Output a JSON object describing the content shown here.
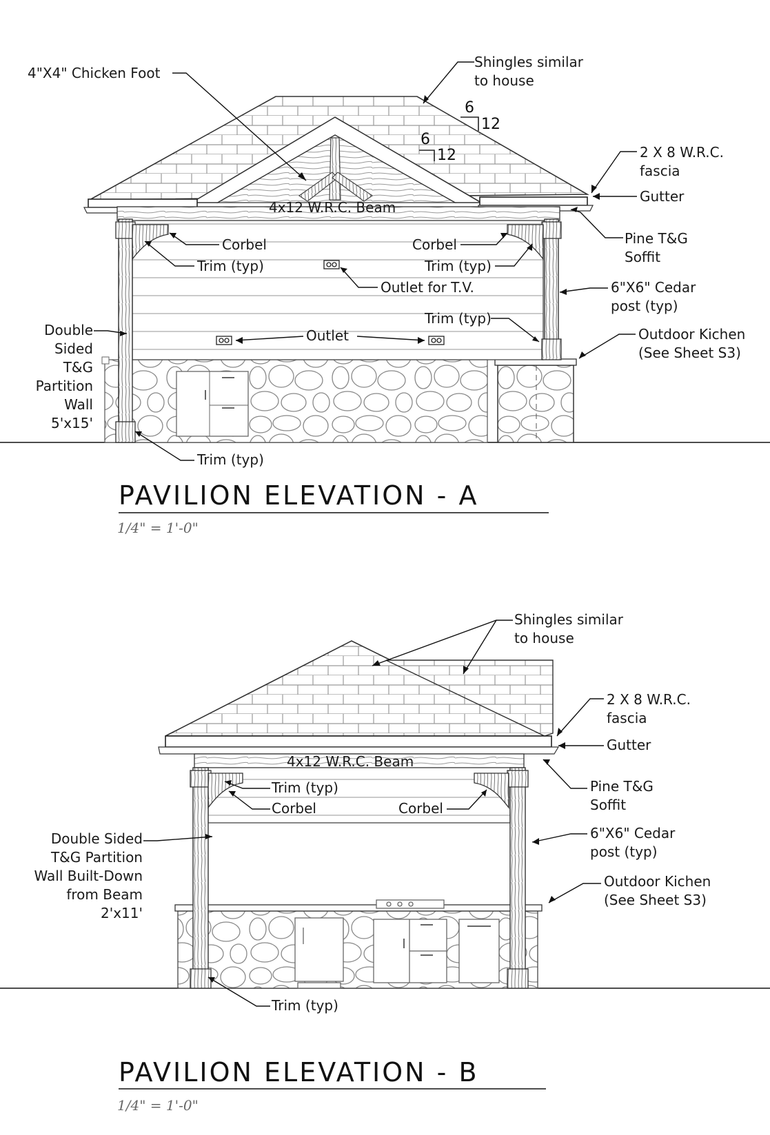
{
  "elevation_a": {
    "title": "PAVILION ELEVATION - A",
    "scale": "1/4\" = 1'-0\"",
    "pitch_outer": {
      "rise": "6",
      "run": "12"
    },
    "pitch_inner": {
      "rise": "6",
      "run": "12"
    },
    "labels": {
      "chicken_foot": "4\"X4\" Chicken Foot",
      "shingles": "Shingles similar\nto house",
      "fascia": "2 X 8 W.R.C.\nfascia",
      "gutter": "Gutter",
      "soffit": "Pine T&G\nSoffit",
      "beam": "4x12 W.R.C. Beam",
      "corbel_left": "Corbel",
      "corbel_right": "Corbel",
      "trim_left": "Trim (typ)",
      "trim_right": "Trim (typ)",
      "outlet_tv": "Outlet for T.V.",
      "post": "6\"X6\" Cedar\npost (typ)",
      "trim_mid_right": "Trim (typ)",
      "partition": "Double\nSided\nT&G\nPartition\nWall\n5'x15'",
      "outlet": "Outlet",
      "kitchen": "Outdoor Kichen\n(See Sheet S3)",
      "trim_bottom": "Trim (typ)"
    }
  },
  "elevation_b": {
    "title": "PAVILION ELEVATION - B",
    "scale": "1/4\" = 1'-0\"",
    "labels": {
      "shingles": "Shingles similar\nto house",
      "fascia": "2 X 8 W.R.C.\nfascia",
      "gutter": "Gutter",
      "beam": "4x12 W.R.C. Beam",
      "trim_top": "Trim (typ)",
      "corbel_left": "Corbel",
      "corbel_right": "Corbel",
      "soffit": "Pine T&G\nSoffit",
      "post": "6\"X6\" Cedar\npost (typ)",
      "partition": "Double Sided\nT&G Partition\nWall Built-Down\nfrom Beam\n2'x11'",
      "kitchen": "Outdoor Kichen\n(See Sheet S3)",
      "trim_bottom": "Trim (typ)"
    }
  }
}
